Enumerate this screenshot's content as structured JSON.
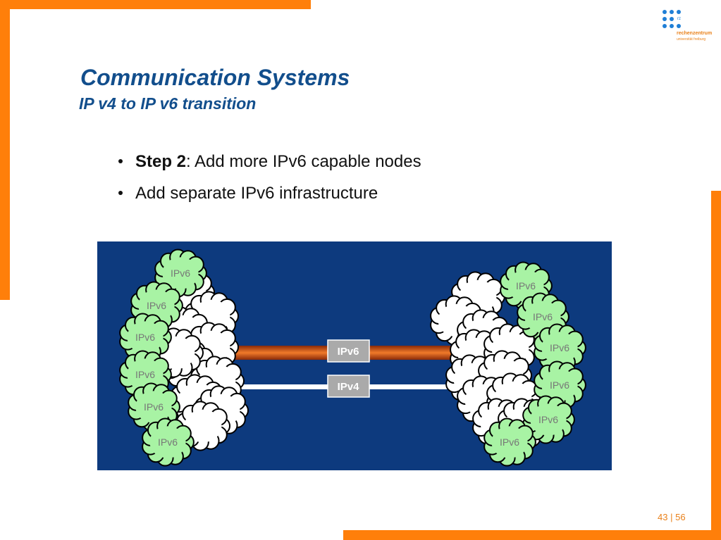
{
  "slide": {
    "title": "Communication Systems",
    "subtitle": "IP v4 to IP v6 transition",
    "bullets": [
      {
        "lead": "Step 2",
        "text": ": Add more IPv6 capable nodes"
      },
      {
        "lead": "",
        "text": "Add separate IPv6 infrastructure"
      }
    ],
    "page_current": "43",
    "page_separator": "|",
    "page_total": "56"
  },
  "logo": {
    "abbrev": "rz",
    "name": "rechenzentrum",
    "institution": "universität freiburg"
  },
  "diagram": {
    "left_cluster_labels": [
      "IPv6",
      "IPv6",
      "IPv6",
      "IPv6",
      "IPv6",
      "IPv6"
    ],
    "right_cluster_labels": [
      "IPv6",
      "IPv6",
      "IPv6",
      "IPv6",
      "IPv6",
      "IPv6"
    ],
    "link_ipv6_label": "IPv6",
    "link_ipv4_label": "IPv4"
  },
  "colors": {
    "accent_orange": "#ff7f0a",
    "title_blue": "#124e8c",
    "logo_blue": "#1f7fd6",
    "logo_orange": "#e98019",
    "diagram_background": "#0d3a7e",
    "ipv6_cloud_fill": "#a8f3a4",
    "ipv4_cloud_fill": "#ffffff",
    "ipv6_link": "#e8641c",
    "ipv4_link": "#ffffff",
    "link_label_box": "#aaaaaa"
  }
}
